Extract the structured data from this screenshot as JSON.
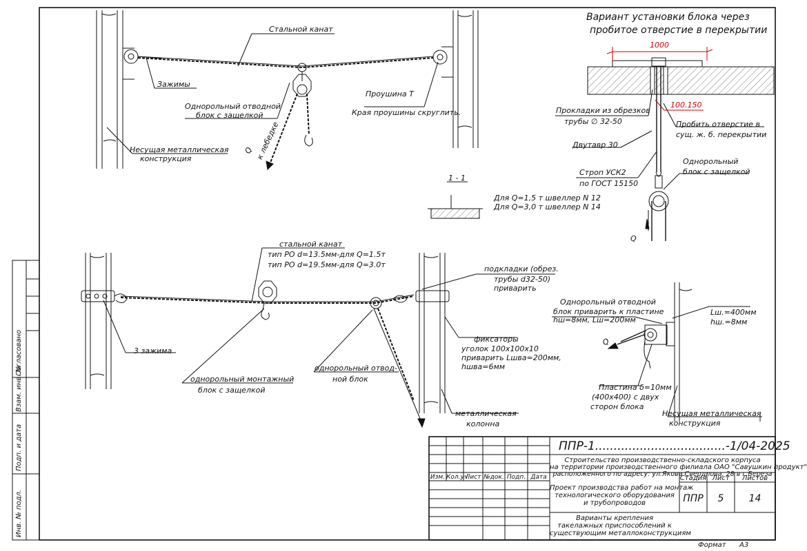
{
  "top_left": {
    "steel_rope": "Стальной канат",
    "clamps": "Зажимы",
    "block_l1": "Однорольный отводной",
    "block_l2": "блок с защелкой",
    "lug_l1": "Проушина Т",
    "lug_l2": "Края проушины скруглить.",
    "structure_l1": "Несущая металлическая",
    "structure_l2": "конструкция",
    "q": "Q",
    "to_winch": "к лебедке"
  },
  "top_right": {
    "title_l1": "Вариант установки блока через",
    "title_l2": "пробитое отверстие в перекрытии",
    "dim_1000": "1000",
    "dim_100_150": "100.150",
    "gaskets_l1": "Прокладки из обрезков",
    "gaskets_l2": "трубы ∅ 32-50",
    "punch_l1": "Пробить отверстие в",
    "punch_l2": "сущ. ж. б. перекрытии",
    "beam": "Двутавр 30",
    "sling_l1": "Строп УСК2",
    "sling_l2": "по ГОСТ 15150",
    "block_l1": "Однорольный",
    "block_l2": "блок с защелкой",
    "q": "Q"
  },
  "section": {
    "label": "1 - 1",
    "q15": "Для Q=1,5 т швеллер N 12",
    "q30": "Для Q=3,0 т швеллер N 14"
  },
  "bottom_left": {
    "rope_l1": "стальной канат",
    "rope_l2": "тип РО d=13.5мм-для Q=1.5т",
    "rope_l3": "тип РО d=19.5мм-для Q=3.0т",
    "clamps3": "3 зажима",
    "mount_block_l1": "однорольный монтажный",
    "mount_block_l2": "блок с защелкой",
    "div_block_l1": "однорольный отвод-",
    "div_block_l2": "ной блок",
    "pads_l1": "подкладки (обрез.",
    "pads_l2": "трубы d32-50)",
    "pads_l3": "приварить",
    "fix_l1": "фиксаторы",
    "fix_l2": "уголок 100х100х10",
    "fix_l3": "приварить Lшва=200мм,",
    "fix_l4": "hшва=6мм",
    "column_l1": "металлическая",
    "column_l2": "колонна"
  },
  "bottom_right": {
    "block_l1": "Однорольный отводной",
    "block_l2": "блок приварить к пластине",
    "block_l3": "hш=8мм, Lш=200мм",
    "lw": "Lш.=400мм",
    "hw": "hш.=8мм",
    "q": "Q",
    "plate_l1": "Пластина δ=10мм",
    "plate_l2": "(400х400) с двух",
    "plate_l3": "сторон блока",
    "structure_l1": "Несущая металлическая",
    "structure_l2": "конструкция"
  },
  "left_strip": {
    "agreed": "Согласовано",
    "replace_inv": "Взам. инв. №",
    "sign_date": "Подп. и дата",
    "inv_orig": "Инв. № подл."
  },
  "title_block": {
    "doc_code": "ППР-1...................................-1/04-2025",
    "project_l1": "Строительство производственно-складского корпуса",
    "project_l2": "на территории производственного филиала ОАО \"Савушкин продукт\"",
    "project_l3": "расположенного по адресу: ул.Якова Свердлова, 28 в г.Береза",
    "columns": [
      "Изм.",
      "Кол.уч",
      "Лист",
      "№док.",
      "Подп.",
      "Дата"
    ],
    "subject_l1": "Проект производства работ на монтаж",
    "subject_l2": "технологического оборудования",
    "subject_l3": "и трубопроводов",
    "stage_h": "Стадия",
    "sheet_h": "Лист",
    "sheets_h": "Листов",
    "stage": "ППР",
    "sheet": "5",
    "sheets": "14",
    "sheet_title_l1": "Варианты крепления",
    "sheet_title_l2": "такелажных приспособлений к",
    "sheet_title_l3": "существующим металлоконструкциям",
    "format_label": "Формат",
    "format_value": "А3"
  }
}
